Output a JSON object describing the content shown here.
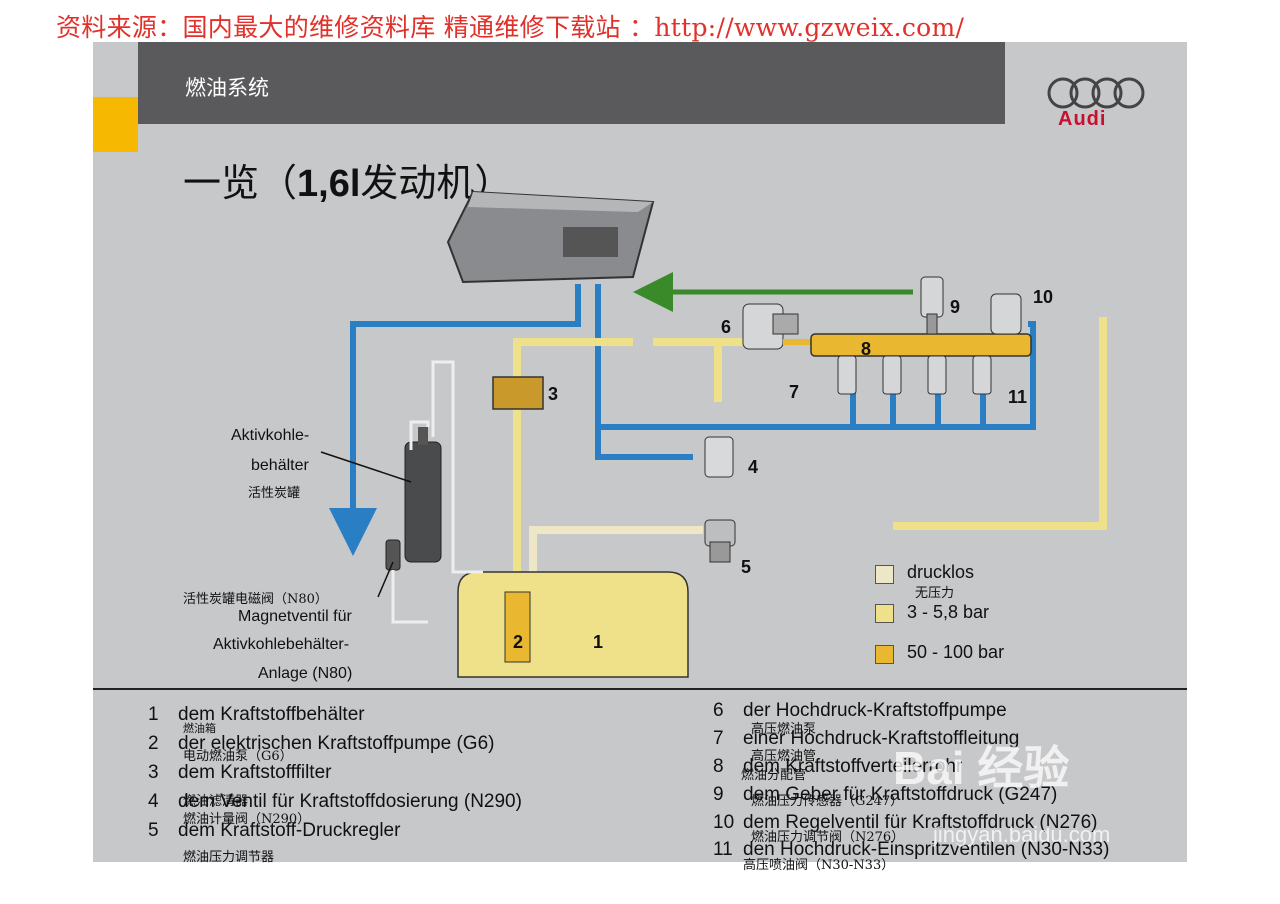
{
  "source_banner": "资料来源：国内最大的维修资料库 精通维修下载站 ：http://www.gzweix.com/",
  "header": {
    "title": "燃油系统",
    "brand": "Audi"
  },
  "subtitle_prefix": "一览（",
  "subtitle_bold": "1,6l",
  "subtitle_suffix": "发动机）",
  "callouts": [
    "1",
    "2",
    "3",
    "4",
    "5",
    "6",
    "7",
    "8",
    "9",
    "10",
    "11"
  ],
  "labels": {
    "carbon_de_1": "Aktivkohle-",
    "carbon_de_2": "behälter",
    "carbon_cn": "活性炭罐",
    "valve_cn": "活性炭罐电磁阀（N80）",
    "valve_de_1": "Magnetventil für",
    "valve_de_2": "Aktivkohlebehälter-",
    "valve_de_3": "Anlage (N80)"
  },
  "legend": [
    {
      "label": "drucklos",
      "cn": "无压力",
      "color": "#ede7c8"
    },
    {
      "label": "3 - 5,8 bar",
      "cn": "",
      "color": "#efe08a"
    },
    {
      "label": "50 - 100 bar",
      "cn": "",
      "color": "#e9b730"
    }
  ],
  "list_left": [
    {
      "n": "1",
      "text": "dem Kraftstoffbehälter",
      "cn": "燃油箱"
    },
    {
      "n": "2",
      "text": "der elektrischen Kraftstoffpumpe (G6)",
      "cn": "电动燃油泵（G6）"
    },
    {
      "n": "3",
      "text": "dem Kraftstofffilter",
      "cn": "燃油滤清器"
    },
    {
      "n": "4",
      "text": "dem Ventil für Kraftstoffdosierung (N290)",
      "cn": "燃油计量阀（N290）"
    },
    {
      "n": "5",
      "text": "dem Kraftstoff-Druckregler",
      "cn": "燃油压力调节器"
    }
  ],
  "list_right": [
    {
      "n": "6",
      "text": "der Hochdruck-Kraftstoffpumpe",
      "cn": "高压燃油泵"
    },
    {
      "n": "7",
      "text": "einer Hochdruck-Kraftstoffleitung",
      "cn": "高压燃油管"
    },
    {
      "n": "8",
      "text": "dem Kraftstoffverteilerrohr",
      "cn": "燃油分配管"
    },
    {
      "n": "9",
      "text": "dem Geber für Kraftstoffdruck (G247)",
      "cn": "燃油压力传感器（G247）"
    },
    {
      "n": "10",
      "text": "dem Regelventil für Kraftstoffdruck (N276)",
      "cn": "燃油压力调节阀（N276）"
    },
    {
      "n": "11",
      "text": "den Hochdruck-Einspritzventilen (N30-N33)",
      "cn": "高压喷油阀（N30-N33）"
    }
  ],
  "watermark": "Bai 经验",
  "watermark_url": "jingyan.baidu.com"
}
